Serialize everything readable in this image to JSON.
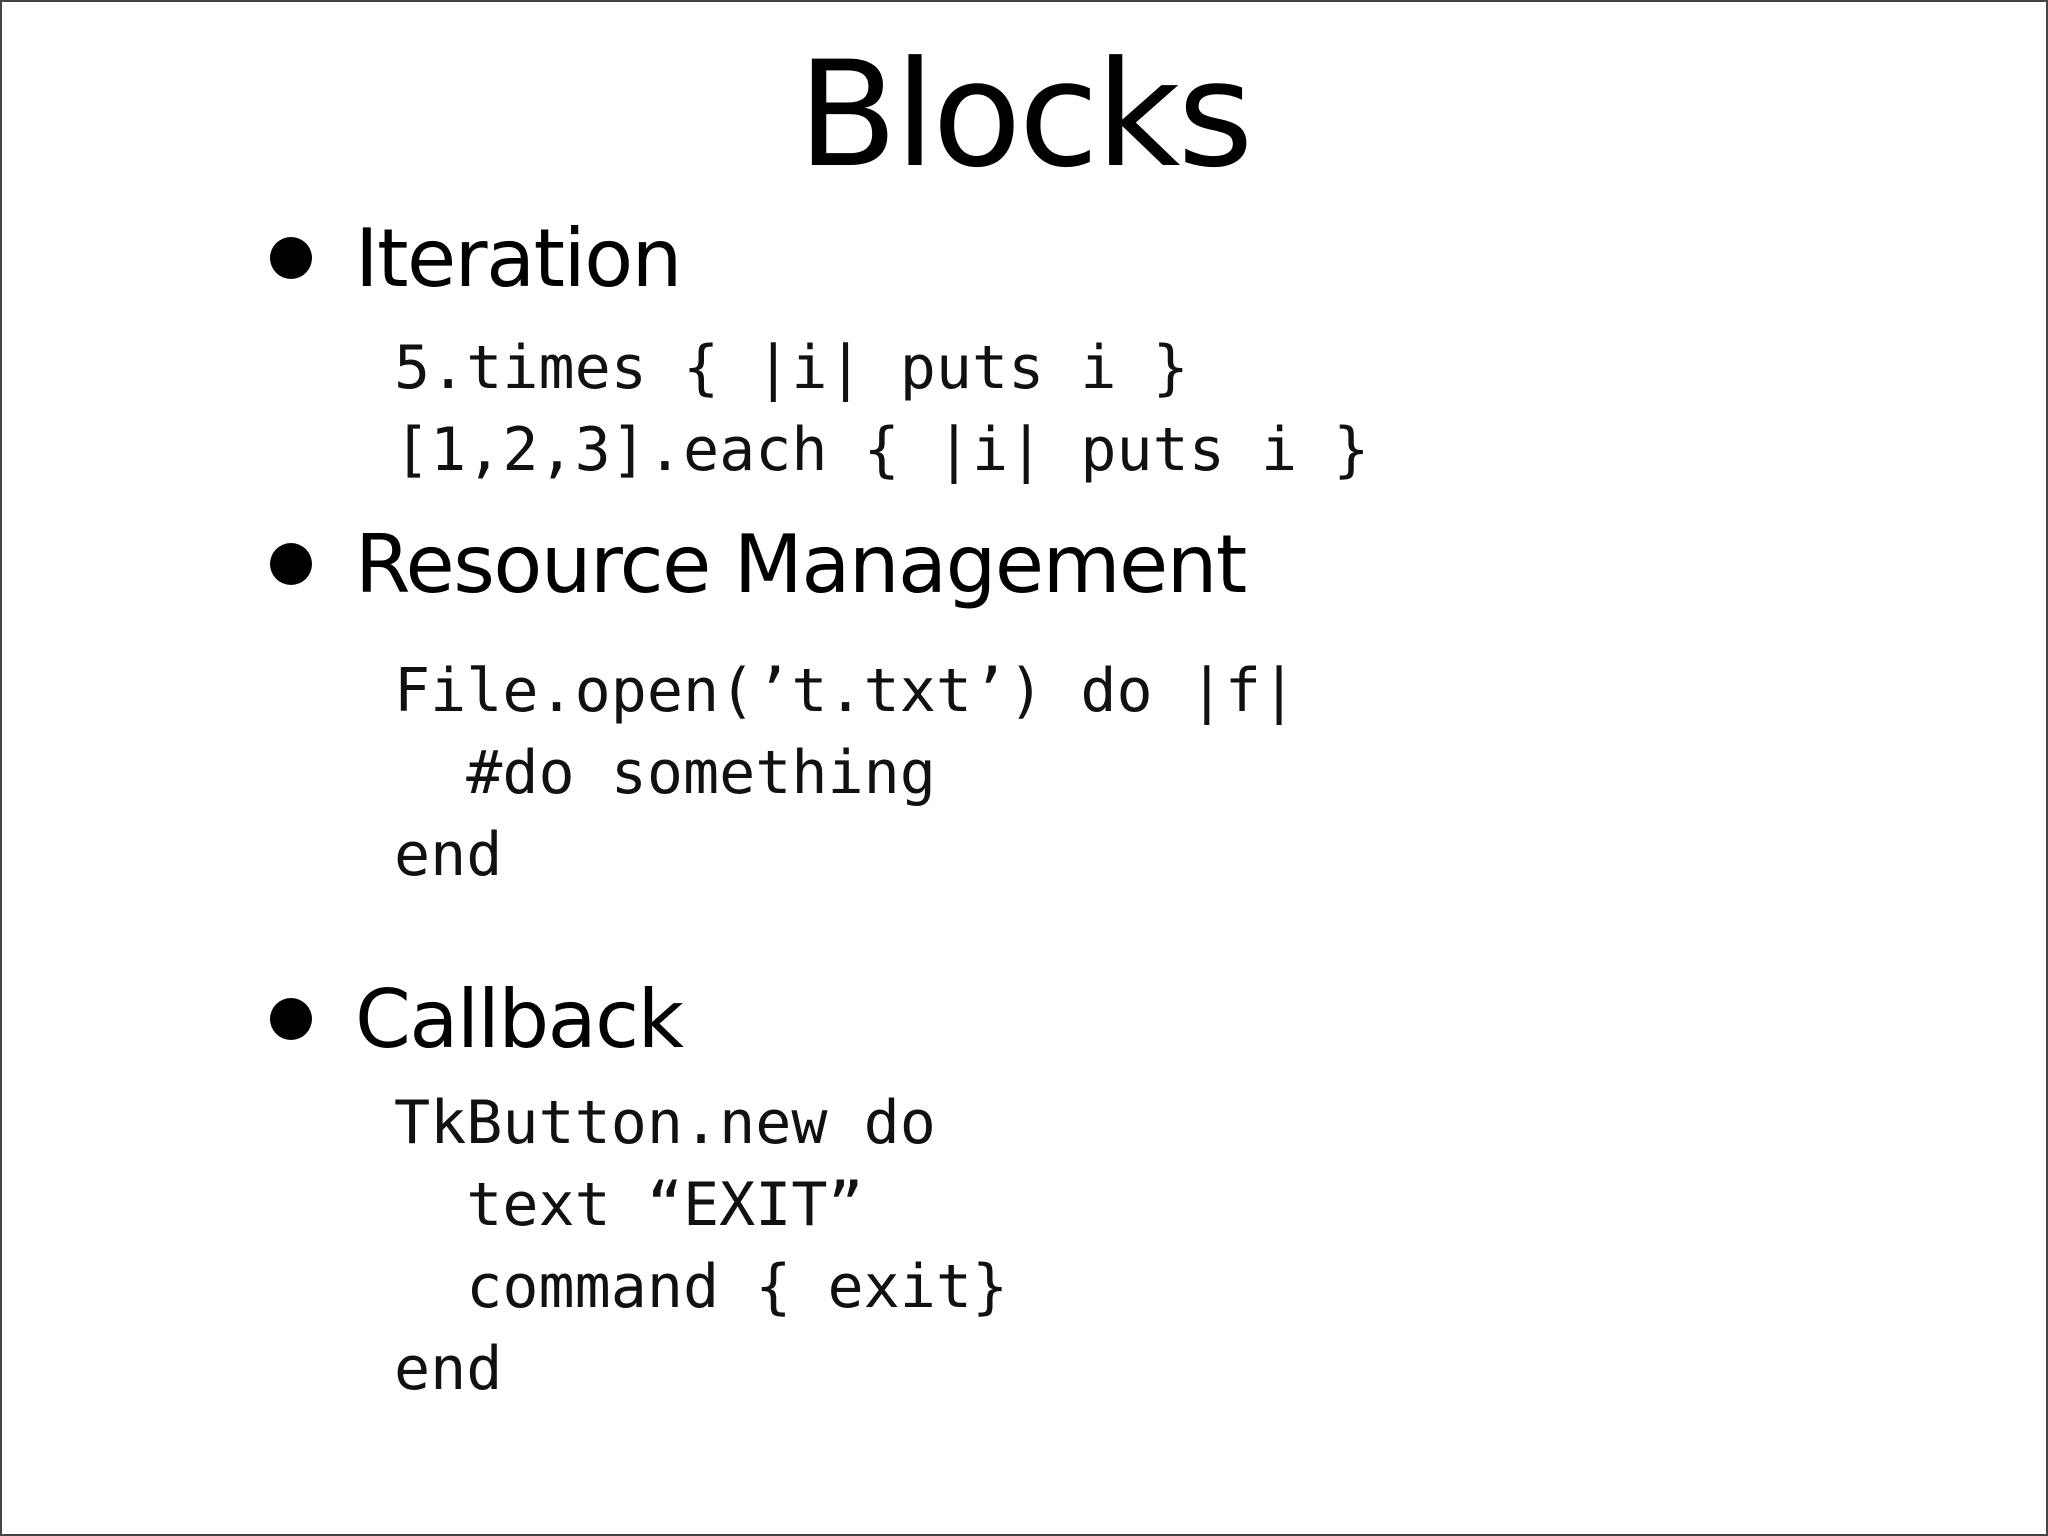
{
  "slide": {
    "title": "Blocks",
    "sections": [
      {
        "heading": "Iteration",
        "code": [
          "5.times { |i| puts i }",
          "[1,2,3].each { |i| puts i }"
        ]
      },
      {
        "heading": "Resource Management",
        "code": [
          "File.open(’t.txt’) do |f|",
          "  #do something",
          "end"
        ]
      },
      {
        "heading": "Callback",
        "code": [
          "TkButton.new do",
          "  text “EXIT”",
          "  command { exit}",
          "end"
        ]
      }
    ]
  }
}
